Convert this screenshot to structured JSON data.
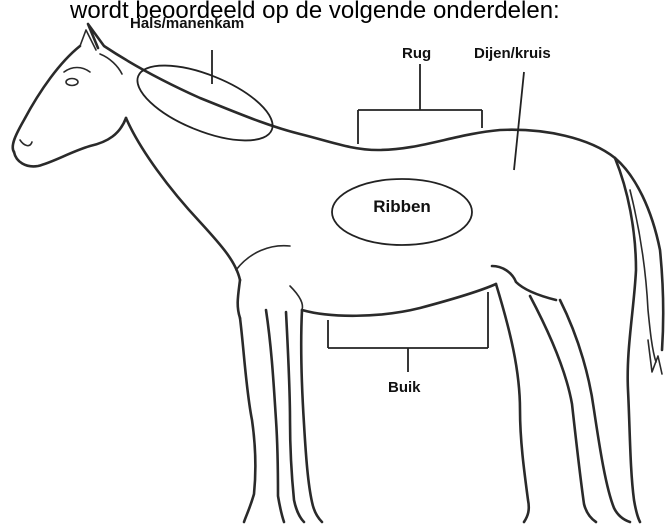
{
  "header_text": "wordt beoordeeld op de volgende onderdelen:",
  "labels": {
    "neck": "Hals/manenkam",
    "back": "Rug",
    "hindquarters": "Dijen/kruis",
    "ribs": "Ribben",
    "belly": "Buik"
  }
}
